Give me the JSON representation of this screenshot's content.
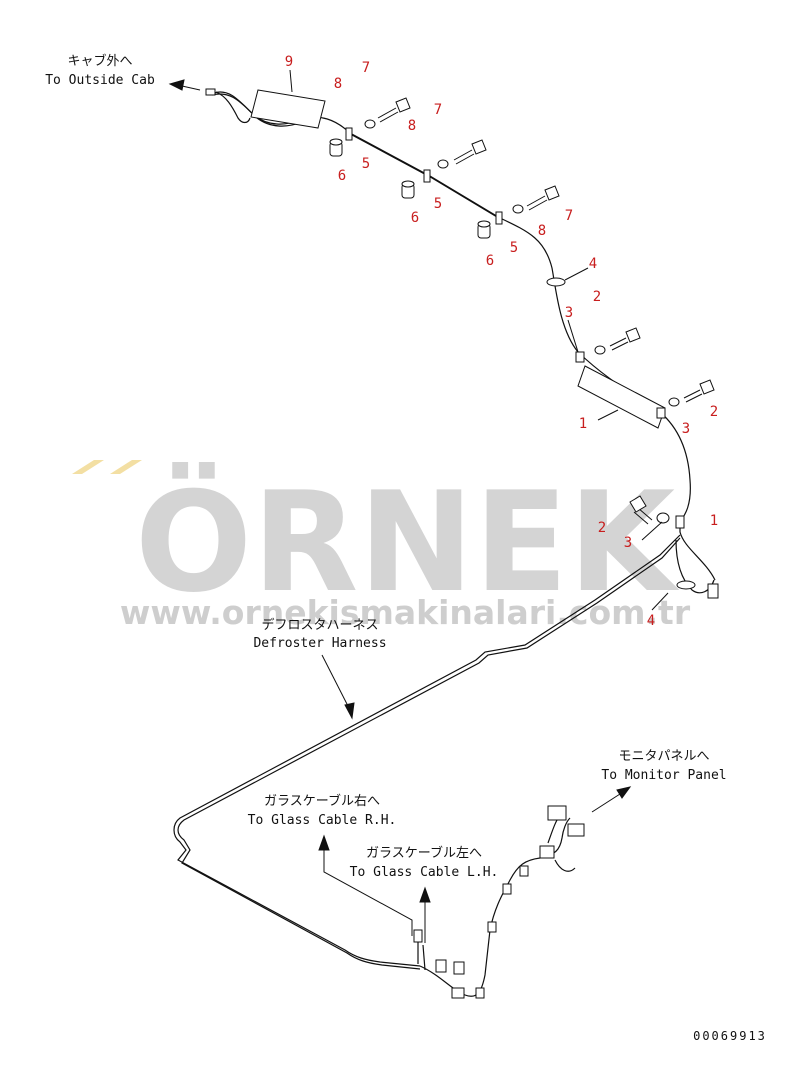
{
  "watermark": {
    "brand": "ÖRNEK",
    "url": "www.ornekismakinalari.com.tr"
  },
  "labels": {
    "outside_cab_jp": "キャブ外へ",
    "outside_cab_en": "To Outside Cab",
    "defroster_jp": "デフロスタハーネス",
    "defroster_en": "Defroster Harness",
    "monitor_jp": "モニタパネルへ",
    "monitor_en": "To Monitor Panel",
    "glass_rh_jp": "ガラスケーブル右へ",
    "glass_rh_en": "To Glass Cable R.H.",
    "glass_lh_jp": "ガラスケーブル左へ",
    "glass_lh_en": "To Glass Cable L.H."
  },
  "drawing_number": "00069913",
  "callouts": [
    "9",
    "8",
    "7",
    "8",
    "7",
    "5",
    "6",
    "5",
    "6",
    "5",
    "8",
    "7",
    "6",
    "4",
    "3",
    "2",
    "1",
    "3",
    "2",
    "1",
    "2",
    "3",
    "4"
  ],
  "colors": {
    "line": "#111111",
    "callout": "#c81e1e",
    "watermark_gray": "#c9c9c9",
    "watermark_accent": "#f3dfa3"
  }
}
